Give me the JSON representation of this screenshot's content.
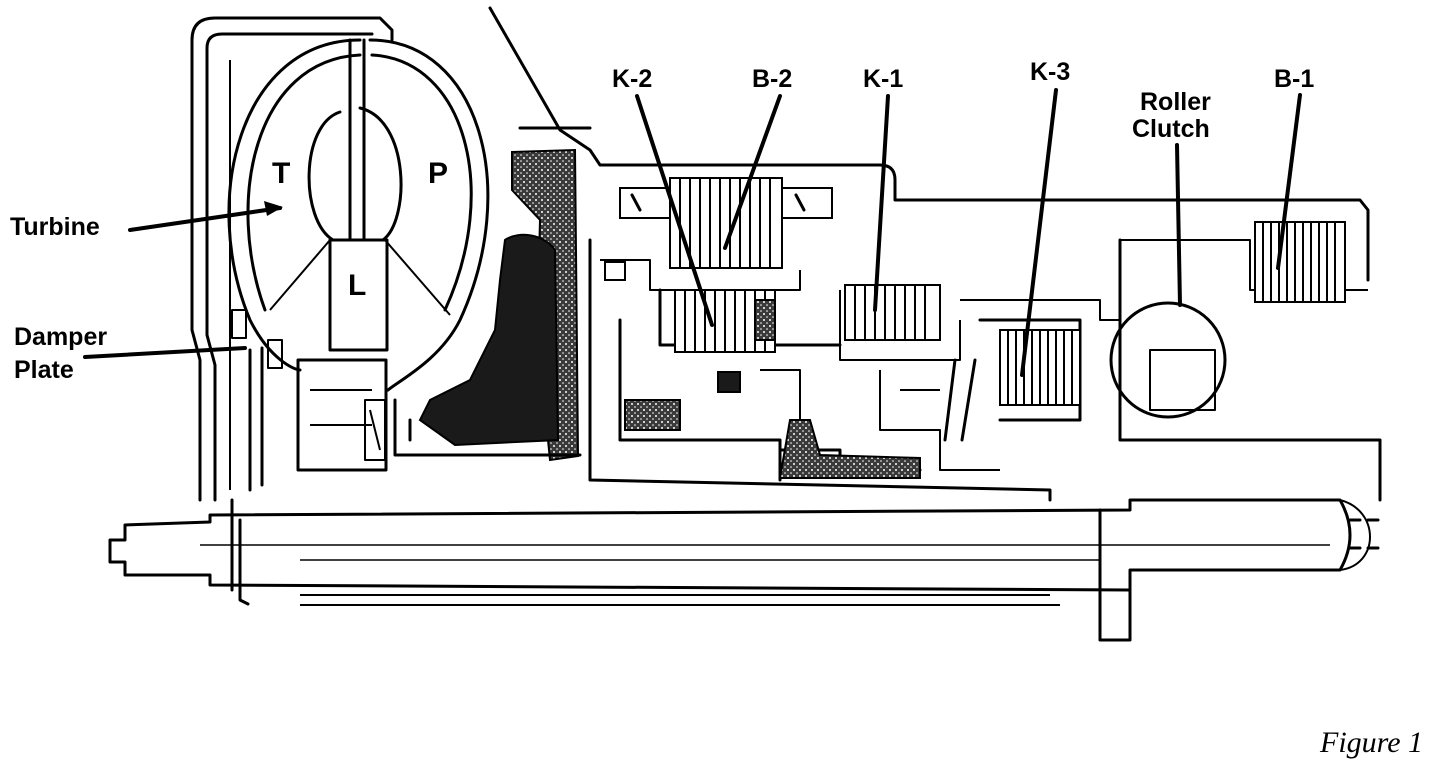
{
  "labels": {
    "k2": "K-2",
    "b2": "B-2",
    "k1": "K-1",
    "k3": "K-3",
    "roller_1": "Roller",
    "roller_2": "Clutch",
    "b1": "B-1",
    "turbine": "Turbine",
    "damper_1": "Damper",
    "damper_2": "Plate",
    "t": "T",
    "p": "P",
    "l": "L"
  },
  "caption": "Figure 1"
}
